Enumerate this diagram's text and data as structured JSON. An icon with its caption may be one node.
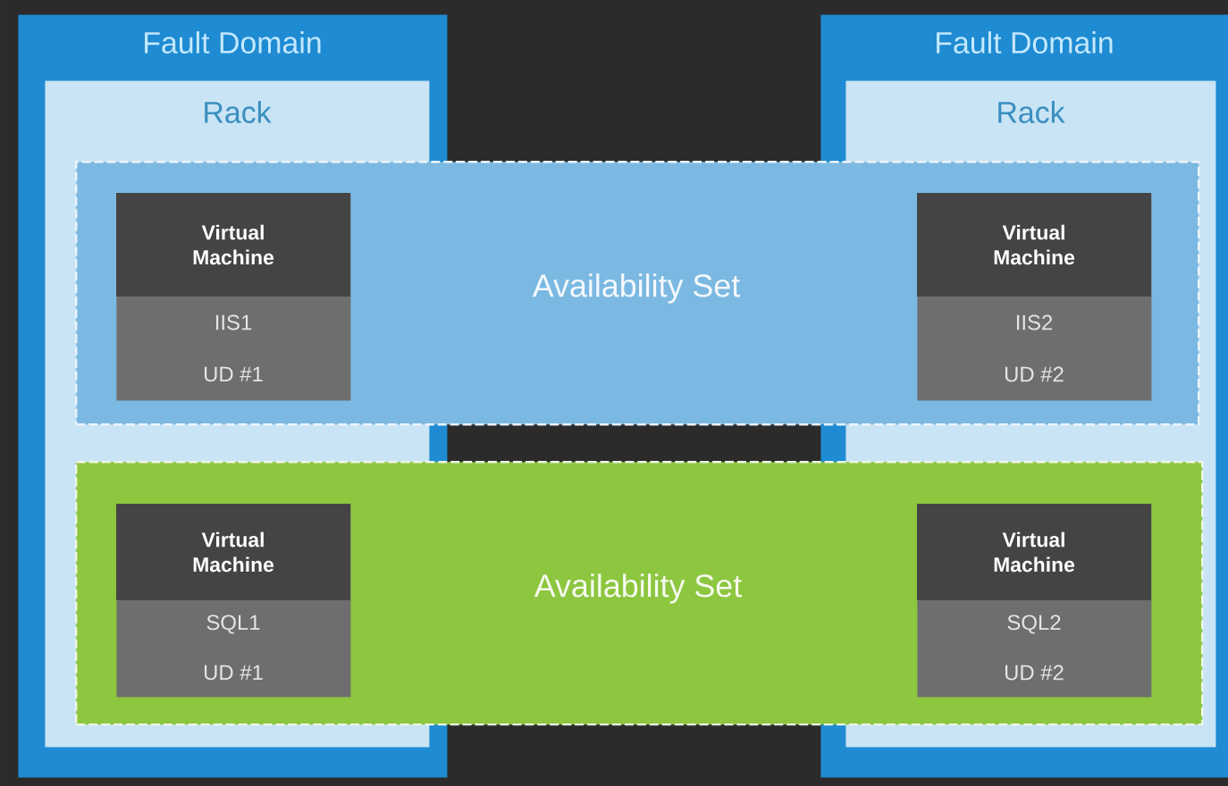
{
  "diagram": {
    "nodes": [
      {
        "text": [
          "Fault Domain"
        ]
      },
      {
        "text": [
          "Rack"
        ],
        "in": 0
      },
      {
        "text": [
          "Fault Domain"
        ]
      },
      {
        "text": [
          "Rack"
        ],
        "in": 2
      },
      {
        "text": [
          "Availability Set"
        ]
      },
      {
        "text": [
          "Virtual Machine",
          "IIS1",
          "UD #1"
        ]
      },
      {
        "text": [
          "Virtual Machine",
          "IIS2",
          "UD #2"
        ]
      },
      {
        "text": [
          "Availability Set"
        ]
      },
      {
        "text": [
          "Virtual Machine",
          "SQL1",
          "UD #1"
        ]
      },
      {
        "text": [
          "Virtual Machine",
          "SQL2",
          "UD #2"
        ]
      }
    ]
  }
}
